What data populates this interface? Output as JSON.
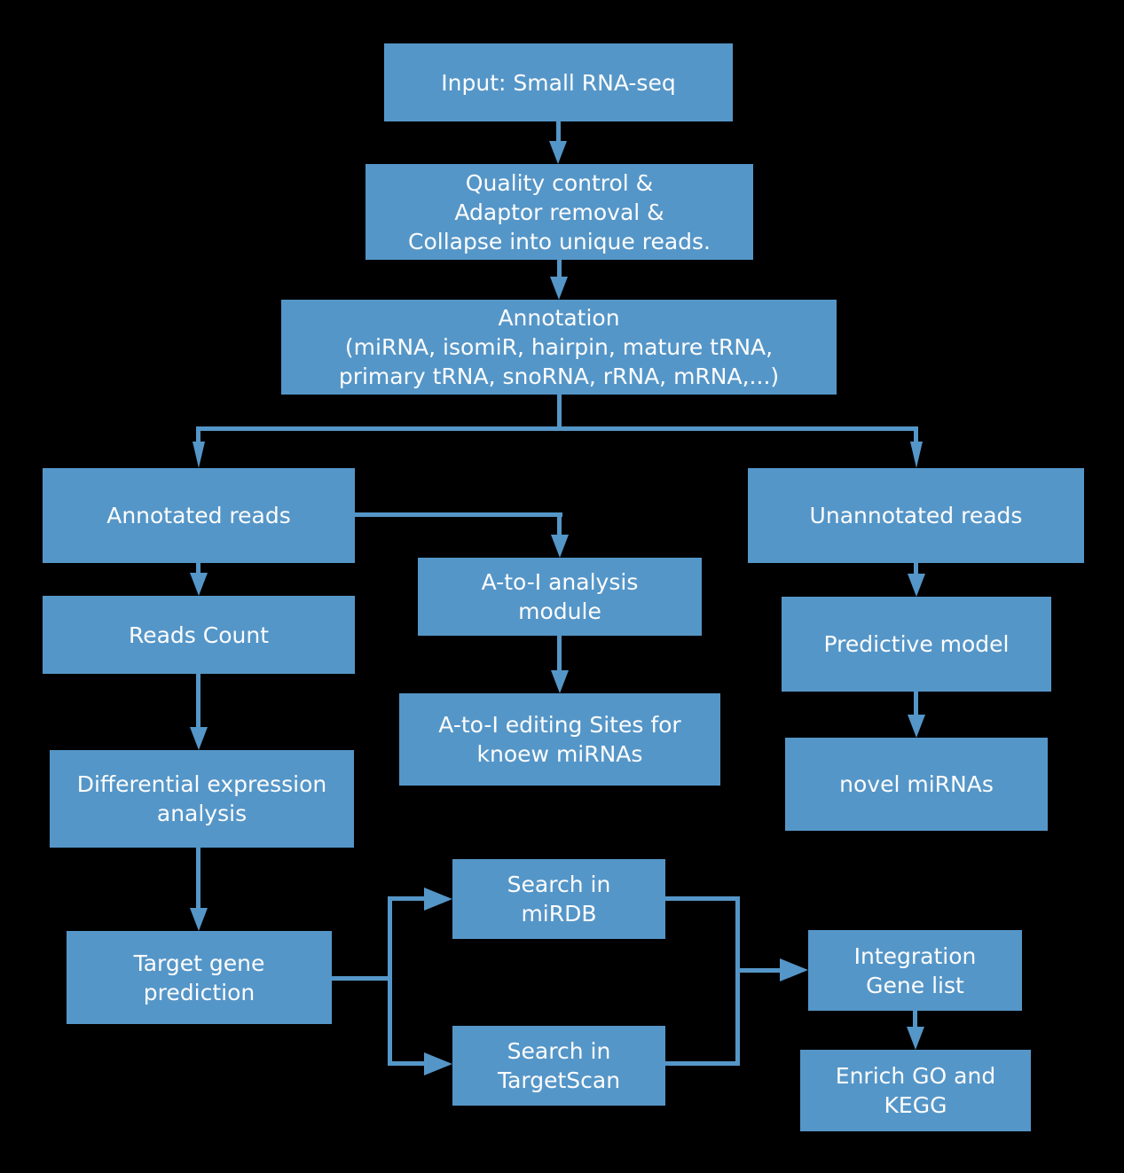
{
  "colors": {
    "background": "#000000",
    "box_fill": "#5596c8",
    "connector": "#5596c8",
    "box_text": "#fdfdfd"
  },
  "diagram": {
    "type": "flowchart",
    "nodes": {
      "input": {
        "label": "Input: Small RNA-seq"
      },
      "quality_control": {
        "label": "Quality control &\nAdaptor removal &\nCollapse into unique reads."
      },
      "annotation": {
        "label": "Annotation\n(miRNA, isomiR, hairpin, mature tRNA,\nprimary tRNA, snoRNA, rRNA, mRNA,...)"
      },
      "annotated_reads": {
        "label": "Annotated reads"
      },
      "unannotated_reads": {
        "label": "Unannotated reads"
      },
      "a_to_i_module": {
        "label": "A-to-I analysis\nmodule"
      },
      "reads_count": {
        "label": "Reads Count"
      },
      "predictive_model": {
        "label": "Predictive model"
      },
      "a_to_i_sites": {
        "label": "A-to-I editing Sites for\nknoew miRNAs"
      },
      "novel_mirnas": {
        "label": "novel miRNAs"
      },
      "differential_expression": {
        "label": "Differential expression\nanalysis"
      },
      "target_gene_prediction": {
        "label": "Target gene\nprediction"
      },
      "search_mirdb": {
        "label": "Search in\nmiRDB"
      },
      "search_targetscan": {
        "label": "Search in\nTargetScan"
      },
      "integration_gene_list": {
        "label": "Integration\nGene list"
      },
      "enrich_go_kegg": {
        "label": "Enrich GO and\nKEGG"
      }
    },
    "edges": [
      "input -> quality_control",
      "quality_control -> annotation",
      "annotation -> annotated_reads",
      "annotation -> unannotated_reads",
      "annotated_reads -> reads_count",
      "annotated_reads -> a_to_i_module",
      "a_to_i_module -> a_to_i_sites",
      "unannotated_reads -> predictive_model",
      "predictive_model -> novel_mirnas",
      "reads_count -> differential_expression",
      "differential_expression -> target_gene_prediction",
      "target_gene_prediction -> search_mirdb",
      "target_gene_prediction -> search_targetscan",
      "search_mirdb -> integration_gene_list",
      "search_targetscan -> integration_gene_list",
      "integration_gene_list -> enrich_go_kegg"
    ]
  }
}
